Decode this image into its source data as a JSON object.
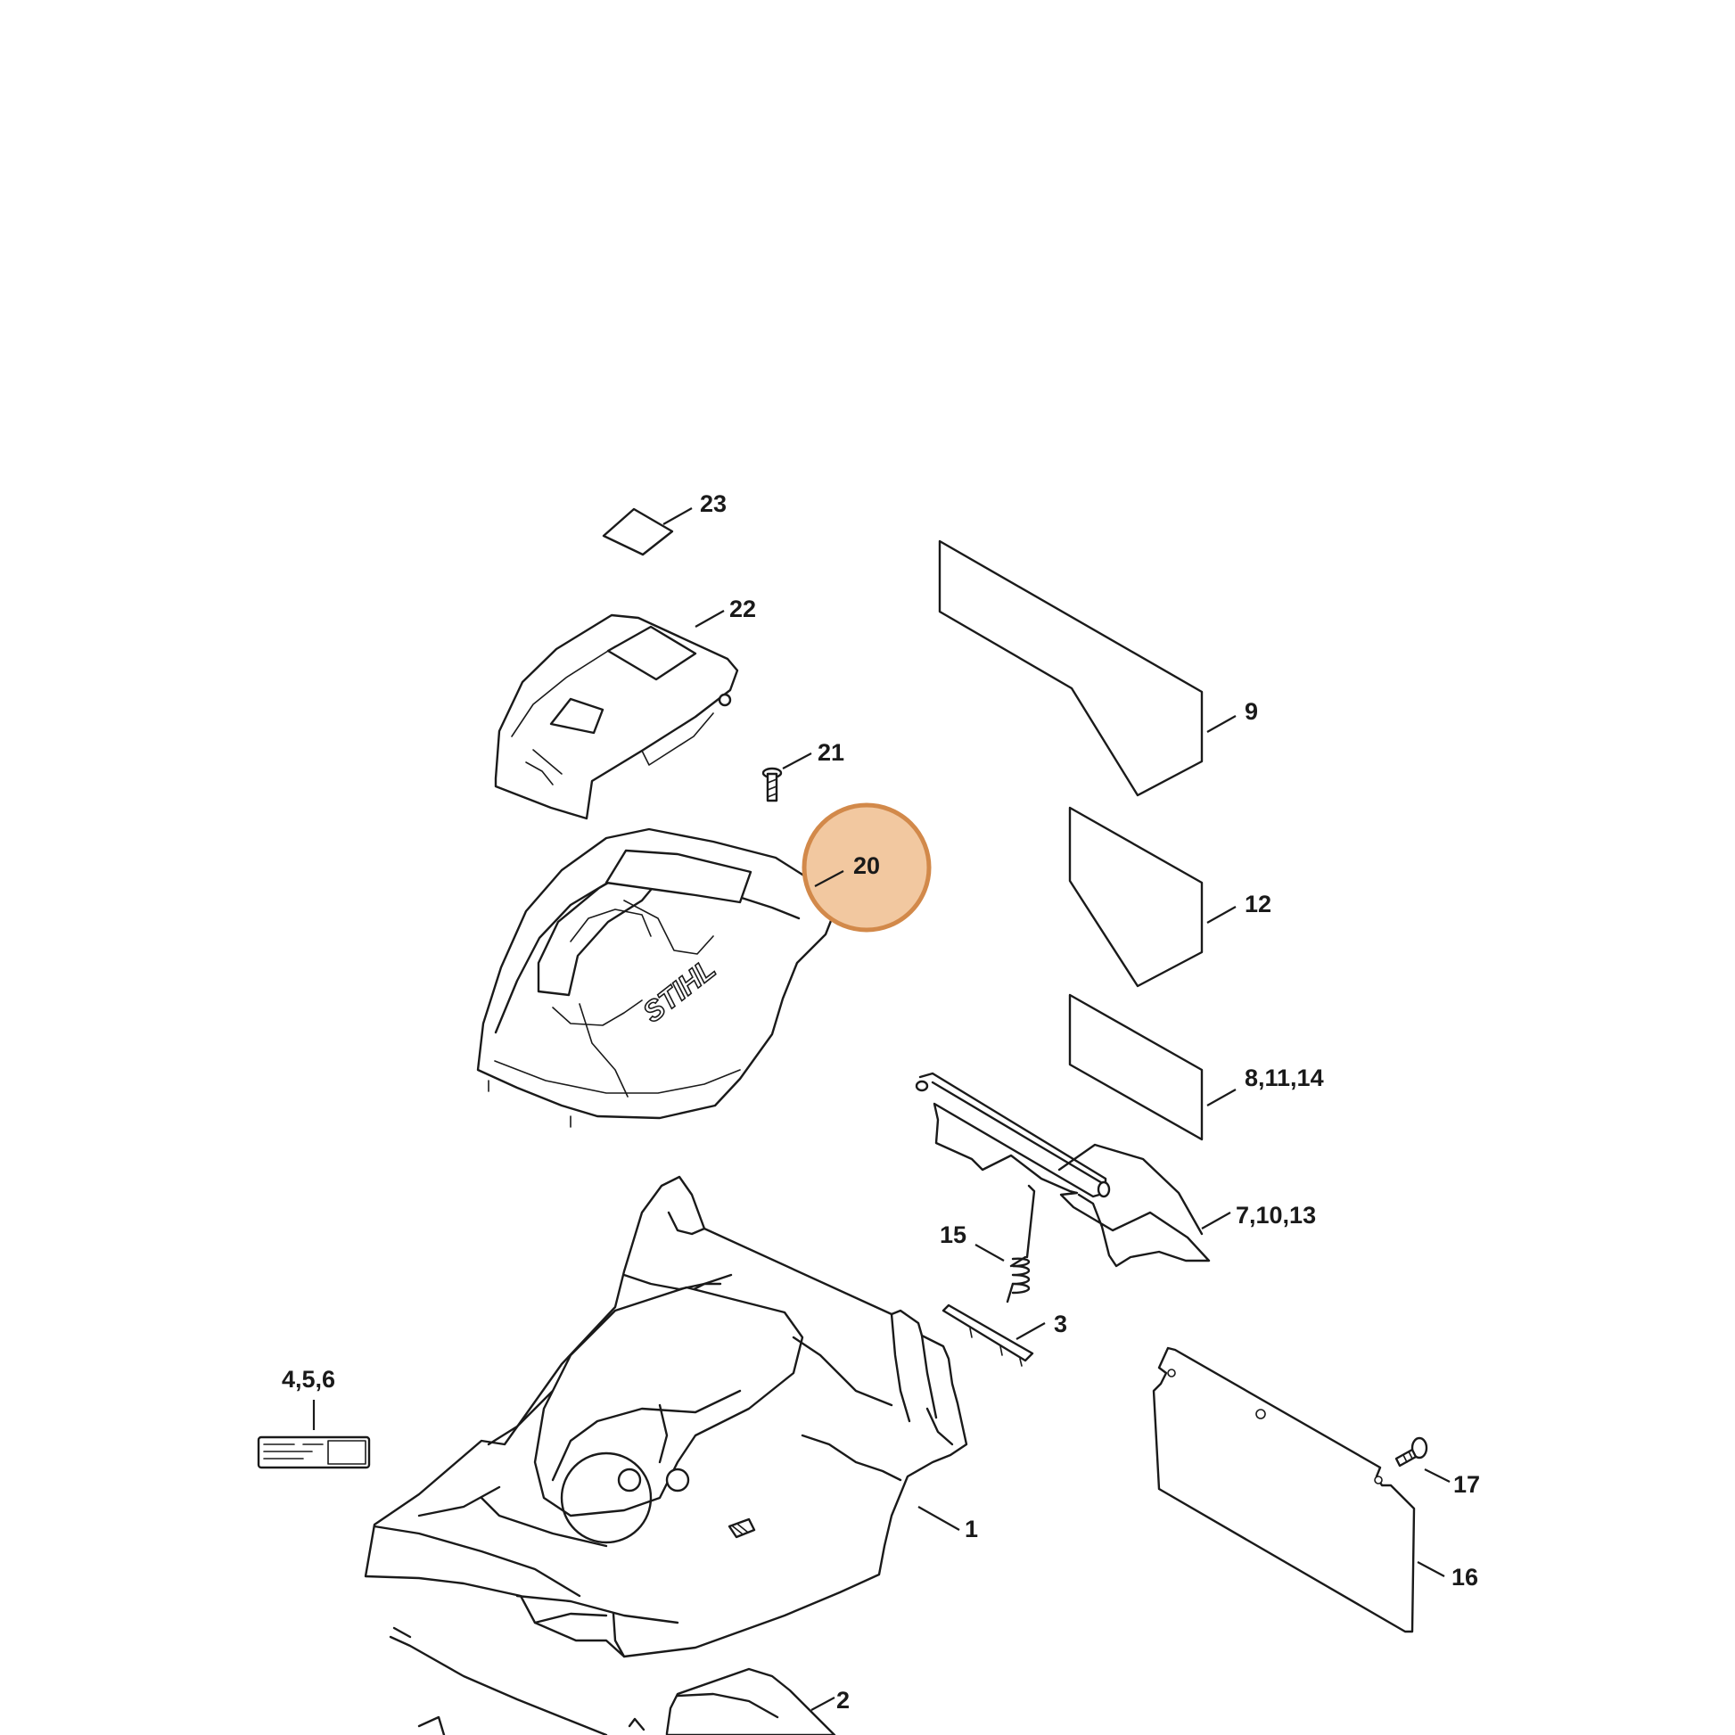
{
  "diagram": {
    "highlight": {
      "label": "20",
      "fill": "#f2c8a0",
      "stroke": "#d2894a"
    },
    "brand_text": "STIHL",
    "callouts": {
      "c23": "23",
      "c22": "22",
      "c21": "21",
      "c20": "20",
      "c9": "9",
      "c12": "12",
      "c8_11_14": "8,11,14",
      "c7_10_13": "7,10,13",
      "c15": "15",
      "c3": "3",
      "c4_5_6": "4,5,6",
      "c1": "1",
      "c17": "17",
      "c16": "16",
      "c2": "2"
    }
  }
}
